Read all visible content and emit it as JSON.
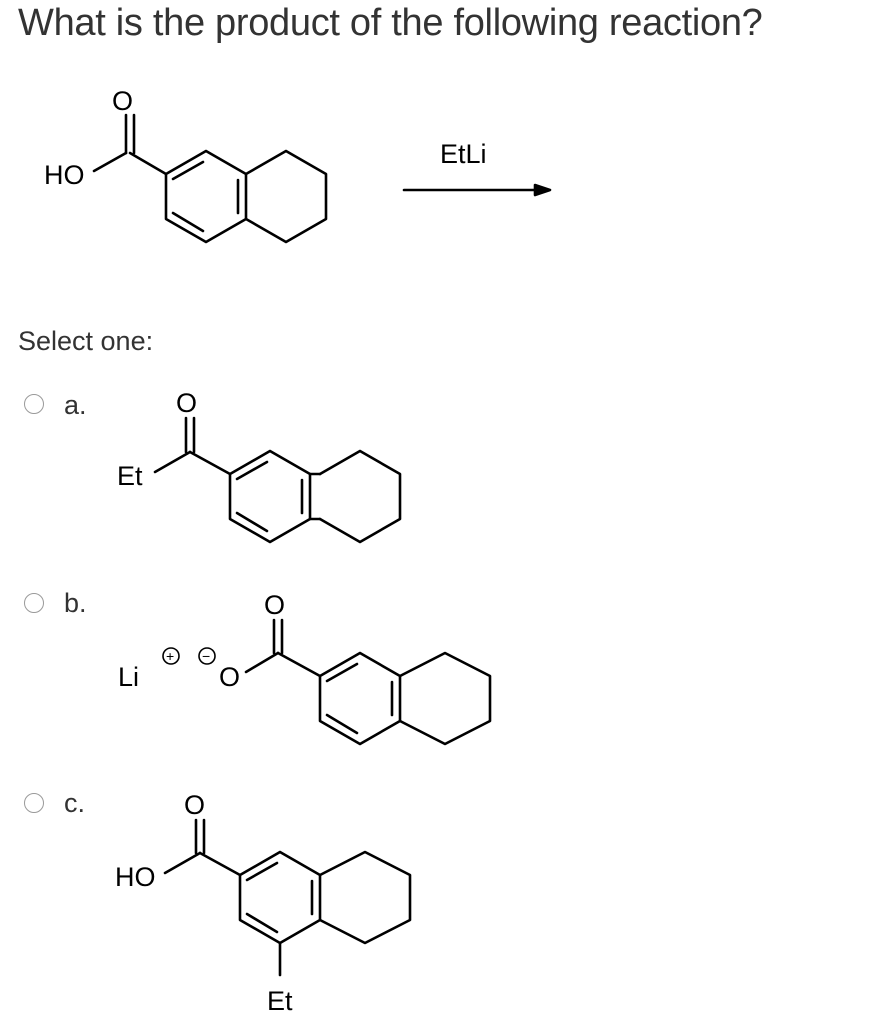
{
  "question": {
    "text": "What is the product of the following reaction?"
  },
  "reaction": {
    "reactant_labels": {
      "ho": "HO",
      "o": "O"
    },
    "reagent": "EtLi"
  },
  "prompt": "Select one:",
  "options": [
    {
      "letter": "a.",
      "labels": {
        "o": "O",
        "sub": "Et"
      }
    },
    {
      "letter": "b.",
      "labels": {
        "o_top": "O",
        "li": "Li",
        "plus": "+",
        "minus": "−",
        "o_neg": "O"
      }
    },
    {
      "letter": "c.",
      "labels": {
        "o": "O",
        "ho": "HO",
        "et": "Et"
      }
    }
  ]
}
